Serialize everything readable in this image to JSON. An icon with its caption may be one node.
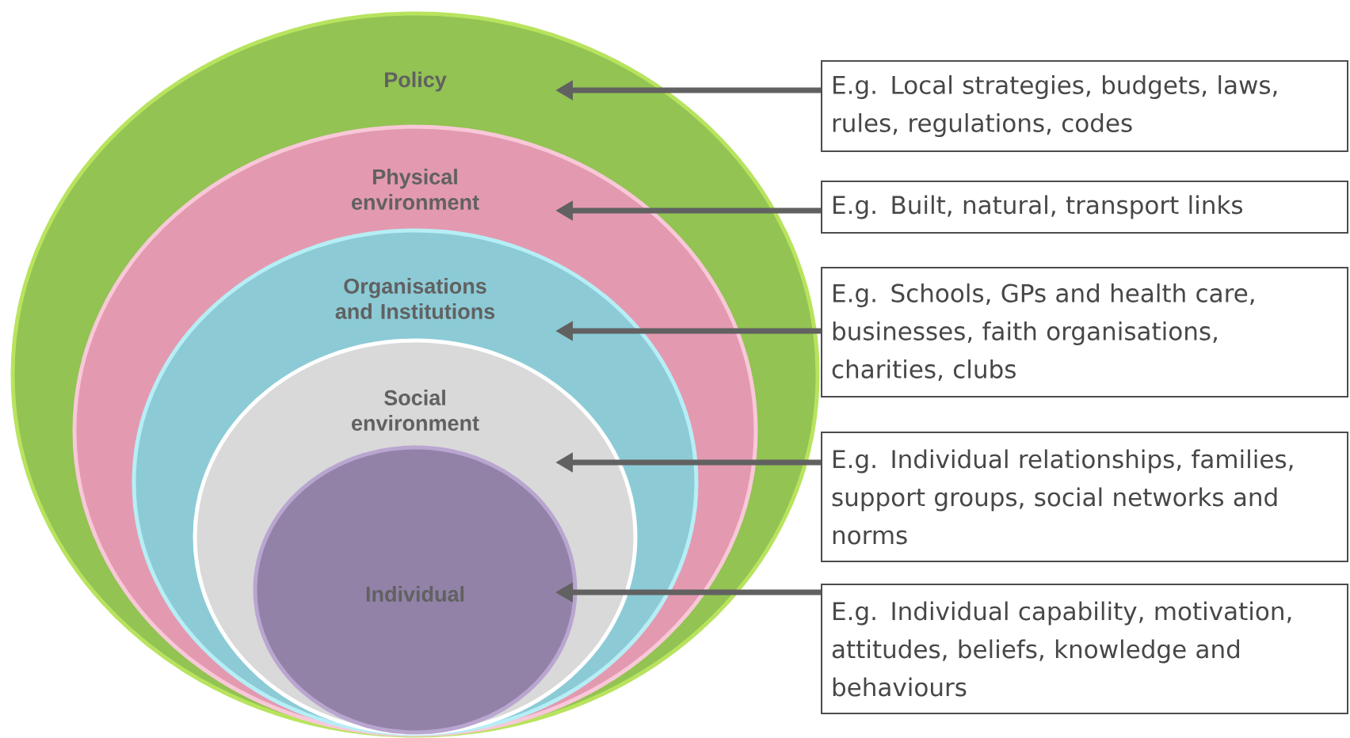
{
  "diagram": {
    "nodes": [
      {
        "text": [
          "Policy"
        ]
      },
      {
        "text": [
          "Physical environment"
        ],
        "in": 0
      },
      {
        "text": [
          "Organisations and Institutions"
        ],
        "in": 1
      },
      {
        "text": [
          "Social environment"
        ],
        "in": 2
      },
      {
        "text": [
          "Individual"
        ],
        "in": 3
      },
      {
        "text": [
          "E.g. Local strategies, budgets, laws, rules, regulations, codes"
        ]
      },
      {
        "text": [
          "E.g. Built, natural, transport links"
        ]
      },
      {
        "text": [
          "E.g. Schools, GPs and health care, businesses, faith organisations, charities, clubs"
        ]
      },
      {
        "text": [
          "E.g. Individual relationships, families, support groups, social networks and norms"
        ]
      },
      {
        "text": [
          "E.g. Individual capability, motivation, attitudes, beliefs, knowledge and behaviours"
        ]
      }
    ],
    "edges": [
      {
        "from": 5,
        "to": 0,
        "arrow": "to"
      },
      {
        "from": 6,
        "to": 1,
        "arrow": "to"
      },
      {
        "from": 7,
        "to": 2,
        "arrow": "to"
      },
      {
        "from": 8,
        "to": 3,
        "arrow": "to"
      },
      {
        "from": 9,
        "to": 4,
        "arrow": "to"
      }
    ]
  }
}
